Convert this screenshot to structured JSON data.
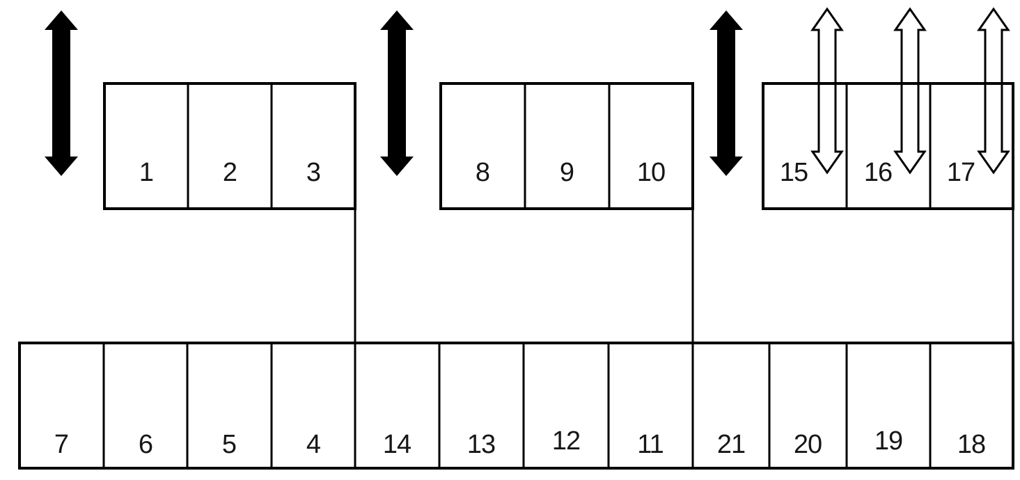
{
  "diagram": {
    "top_groups": [
      {
        "cells": [
          "1",
          "2",
          "3"
        ]
      },
      {
        "cells": [
          "8",
          "9",
          "10"
        ]
      },
      {
        "cells": [
          "15",
          "16",
          "17"
        ]
      }
    ],
    "bottom_row": {
      "cells": [
        "7",
        "6",
        "5",
        "4",
        "14",
        "13",
        "12",
        "11",
        "21",
        "20",
        "19",
        "18"
      ]
    },
    "arrows": {
      "solid_vertical_double_arrows": 3,
      "hollow_vertical_double_arrows": 3
    },
    "colors": {
      "background": "#ffffff",
      "line": "#000000",
      "solid_arrow_fill": "#000000",
      "hollow_arrow_fill": "#ffffff",
      "text": "#161616"
    }
  }
}
